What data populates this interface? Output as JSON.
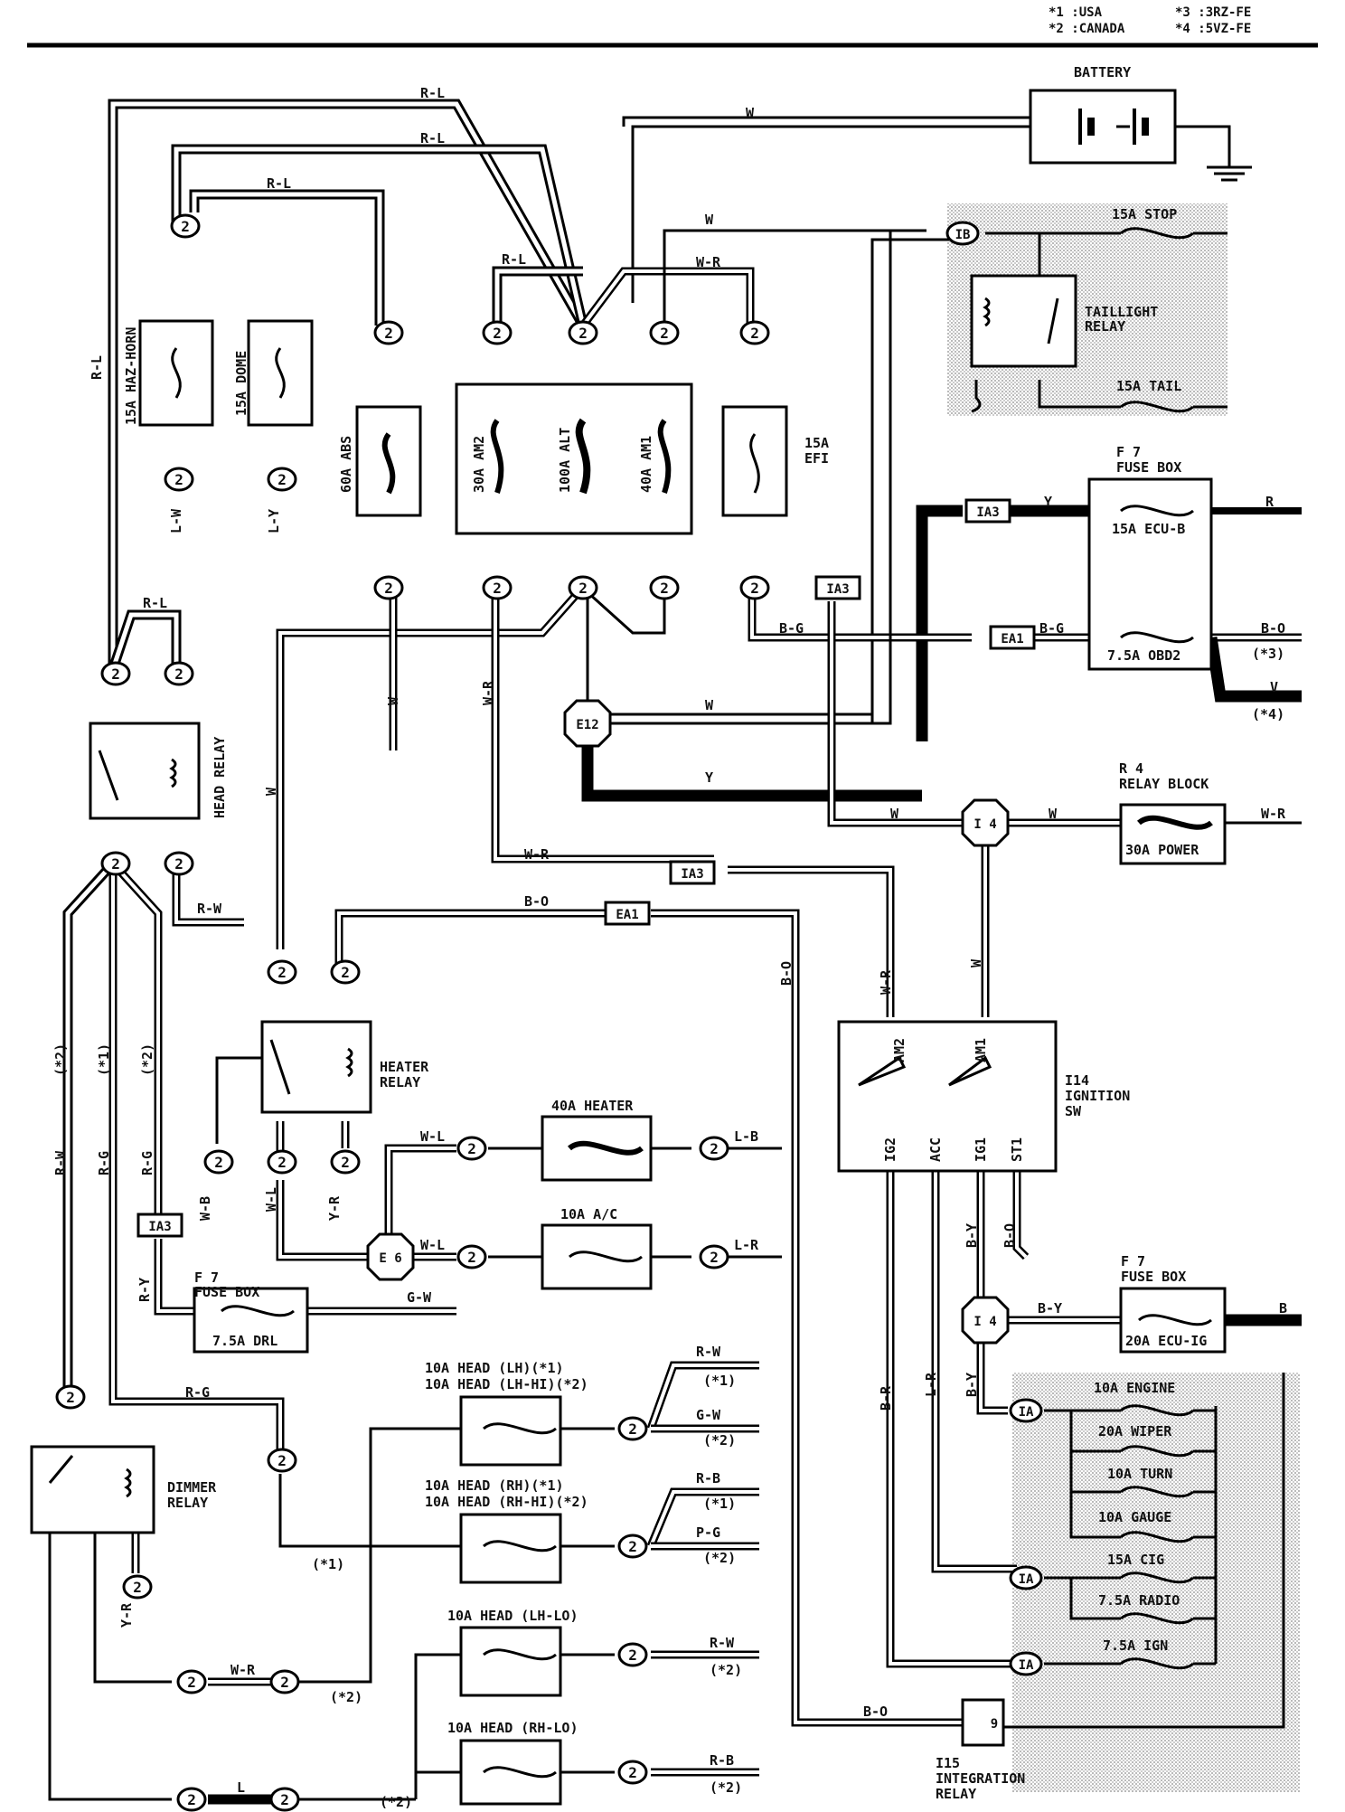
{
  "legend": [
    "*1 :USA",
    "*3 :3RZ-FE",
    "*2 :CANADA",
    "*4 :5VZ-FE"
  ],
  "battery": {
    "label": "BATTERY"
  },
  "fuses": {
    "haz_horn": "15A HAZ-HORN",
    "dome": "15A DOME",
    "abs": "60A ABS",
    "am2": "30A AM2",
    "alt": "100A ALT",
    "am1": "40A AM1",
    "efi": "15A",
    "efi2": "EFI",
    "stop": "15A STOP",
    "tail": "15A TAIL",
    "ecu_b": "15A ECU-B",
    "obd2": "7.5A OBD2",
    "power": "30A POWER",
    "heater": "40A HEATER",
    "ac": "10A A/C",
    "drl": "7.5A DRL",
    "ecu_ig": "20A ECU-IG",
    "head_lh_1": "10A HEAD (LH)(*1)",
    "head_lh_2": "10A HEAD (LH-HI)(*2)",
    "head_rh_1": "10A HEAD (RH)(*1)",
    "head_rh_2": "10A HEAD (RH-HI)(*2)",
    "head_lh_lo": "10A HEAD (LH-LO)",
    "head_rh_lo": "10A HEAD (RH-LO)",
    "engine": "10A ENGINE",
    "wiper": "20A WIPER",
    "turn": "10A TURN",
    "gauge": "10A GAUGE",
    "cig": "15A CIG",
    "radio": "7.5A RADIO",
    "ign": "7.5A IGN"
  },
  "components": {
    "taillight_relay": [
      "TAILLIGHT",
      "RELAY"
    ],
    "f7_a": [
      "F 7",
      "FUSE BOX"
    ],
    "f7_b": [
      "F 7",
      "FUSE BOX"
    ],
    "f7_c": [
      "F 7",
      "FUSE BOX"
    ],
    "r4": [
      "R 4",
      "RELAY BLOCK"
    ],
    "head_relay": "HEAD RELAY",
    "heater_relay": [
      "HEATER",
      "RELAY"
    ],
    "ignition": [
      "I14",
      "IGNITION",
      "SW"
    ],
    "dimmer_relay": [
      "DIMMER",
      "RELAY"
    ],
    "integration_relay": [
      "I15",
      "INTEGRATION",
      "RELAY"
    ],
    "ign_terms": [
      "AM2",
      "AM1",
      "IG2",
      "ACC",
      "IG1",
      "ST1"
    ]
  },
  "connectors": {
    "c2": "2",
    "ib": "IB",
    "ia": "IA",
    "ia3": "IA3",
    "ea1": "EA1",
    "e12": "E12",
    "i4": "I 4",
    "e6": "E 6",
    "nine": "9"
  },
  "wires": {
    "rl": "R-L",
    "w": "W",
    "wr": "W-R",
    "r": "R",
    "y": "Y",
    "bg": "B-G",
    "bo": "B-O",
    "v": "V",
    "lw": "L-W",
    "ly": "L-Y",
    "rw": "R-W",
    "rg": "R-G",
    "ry": "R-Y",
    "wb": "W-B",
    "wl": "W-L",
    "yr": "Y-R",
    "lb": "L-B",
    "lr": "L-R",
    "gw": "G-W",
    "rb": "R-B",
    "pg": "P-G",
    "by": "B-Y",
    "br": "B-R",
    "b": "B",
    "l": "L",
    "bo2": "B-O"
  },
  "notes": {
    "n1": "(*1)",
    "n2": "(*2)",
    "n3": "(*3)",
    "n4": "(*4)"
  }
}
